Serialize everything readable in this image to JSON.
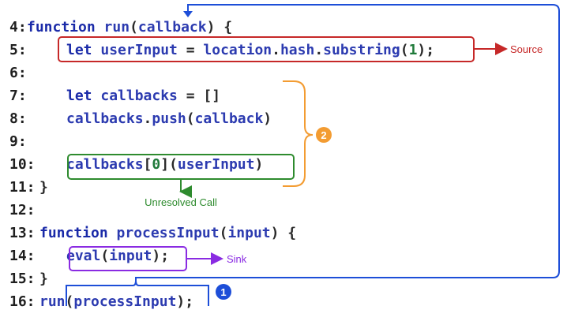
{
  "lines": [
    {
      "num": "4:",
      "indent": 0,
      "tokens": [
        {
          "t": "function ",
          "c": "kw"
        },
        {
          "t": "run",
          "c": "id"
        },
        {
          "t": "(",
          "c": "plain"
        },
        {
          "t": "callback",
          "c": "id"
        },
        {
          "t": ") {",
          "c": "plain"
        }
      ]
    },
    {
      "num": "5:",
      "indent": 1,
      "tokens": [
        {
          "t": "let ",
          "c": "kw"
        },
        {
          "t": "userInput",
          "c": "id"
        },
        {
          "t": " = ",
          "c": "plain"
        },
        {
          "t": "location",
          "c": "id"
        },
        {
          "t": ".",
          "c": "plain"
        },
        {
          "t": "hash",
          "c": "id"
        },
        {
          "t": ".",
          "c": "plain"
        },
        {
          "t": "substring",
          "c": "id"
        },
        {
          "t": "(",
          "c": "plain"
        },
        {
          "t": "1",
          "c": "num"
        },
        {
          "t": ");",
          "c": "plain"
        }
      ]
    },
    {
      "num": "6:",
      "indent": 0,
      "tokens": []
    },
    {
      "num": "7:",
      "indent": 1,
      "tokens": [
        {
          "t": "let ",
          "c": "kw"
        },
        {
          "t": "callbacks",
          "c": "id"
        },
        {
          "t": " = []",
          "c": "plain"
        }
      ]
    },
    {
      "num": "8:",
      "indent": 1,
      "tokens": [
        {
          "t": "callbacks",
          "c": "id"
        },
        {
          "t": ".",
          "c": "plain"
        },
        {
          "t": "push",
          "c": "id"
        },
        {
          "t": "(",
          "c": "plain"
        },
        {
          "t": "callback",
          "c": "id"
        },
        {
          "t": ")",
          "c": "plain"
        }
      ]
    },
    {
      "num": "9:",
      "indent": 0,
      "tokens": []
    },
    {
      "num": "10:",
      "indent": 1,
      "tokens": [
        {
          "t": "callbacks",
          "c": "id"
        },
        {
          "t": "[",
          "c": "plain"
        },
        {
          "t": "0",
          "c": "num"
        },
        {
          "t": "](",
          "c": "plain"
        },
        {
          "t": "userInput",
          "c": "id"
        },
        {
          "t": ")",
          "c": "plain"
        }
      ]
    },
    {
      "num": "11:",
      "indent": 0,
      "tokens": [
        {
          "t": "}",
          "c": "plain"
        }
      ]
    },
    {
      "num": "12:",
      "indent": 0,
      "tokens": []
    },
    {
      "num": "13:",
      "indent": 0,
      "tokens": [
        {
          "t": "function ",
          "c": "kw"
        },
        {
          "t": "processInput",
          "c": "id"
        },
        {
          "t": "(",
          "c": "plain"
        },
        {
          "t": "input",
          "c": "id"
        },
        {
          "t": ") {",
          "c": "plain"
        }
      ]
    },
    {
      "num": "14:",
      "indent": 1,
      "tokens": [
        {
          "t": "eval",
          "c": "id"
        },
        {
          "t": "(",
          "c": "plain"
        },
        {
          "t": "input",
          "c": "id"
        },
        {
          "t": ");",
          "c": "plain"
        }
      ]
    },
    {
      "num": "15:",
      "indent": 0,
      "tokens": [
        {
          "t": "}",
          "c": "plain"
        }
      ]
    },
    {
      "num": "16:",
      "indent": 0,
      "tokens": [
        {
          "t": "run",
          "c": "id"
        },
        {
          "t": "(",
          "c": "plain"
        },
        {
          "t": "processInput",
          "c": "id"
        },
        {
          "t": ");",
          "c": "plain"
        }
      ]
    }
  ],
  "annotations": {
    "source": "Source",
    "sink": "Sink",
    "unresolved": "Unresolved Call",
    "badge1": "1",
    "badge2": "2"
  },
  "colors": {
    "source": "#c62828",
    "sink": "#8a2be2",
    "unresolved": "#2e8b2e",
    "flow": "#1d4ed8",
    "callbacks": "#f39c32",
    "badge1": "#1d4ed8",
    "badge2": "#f39c32"
  }
}
